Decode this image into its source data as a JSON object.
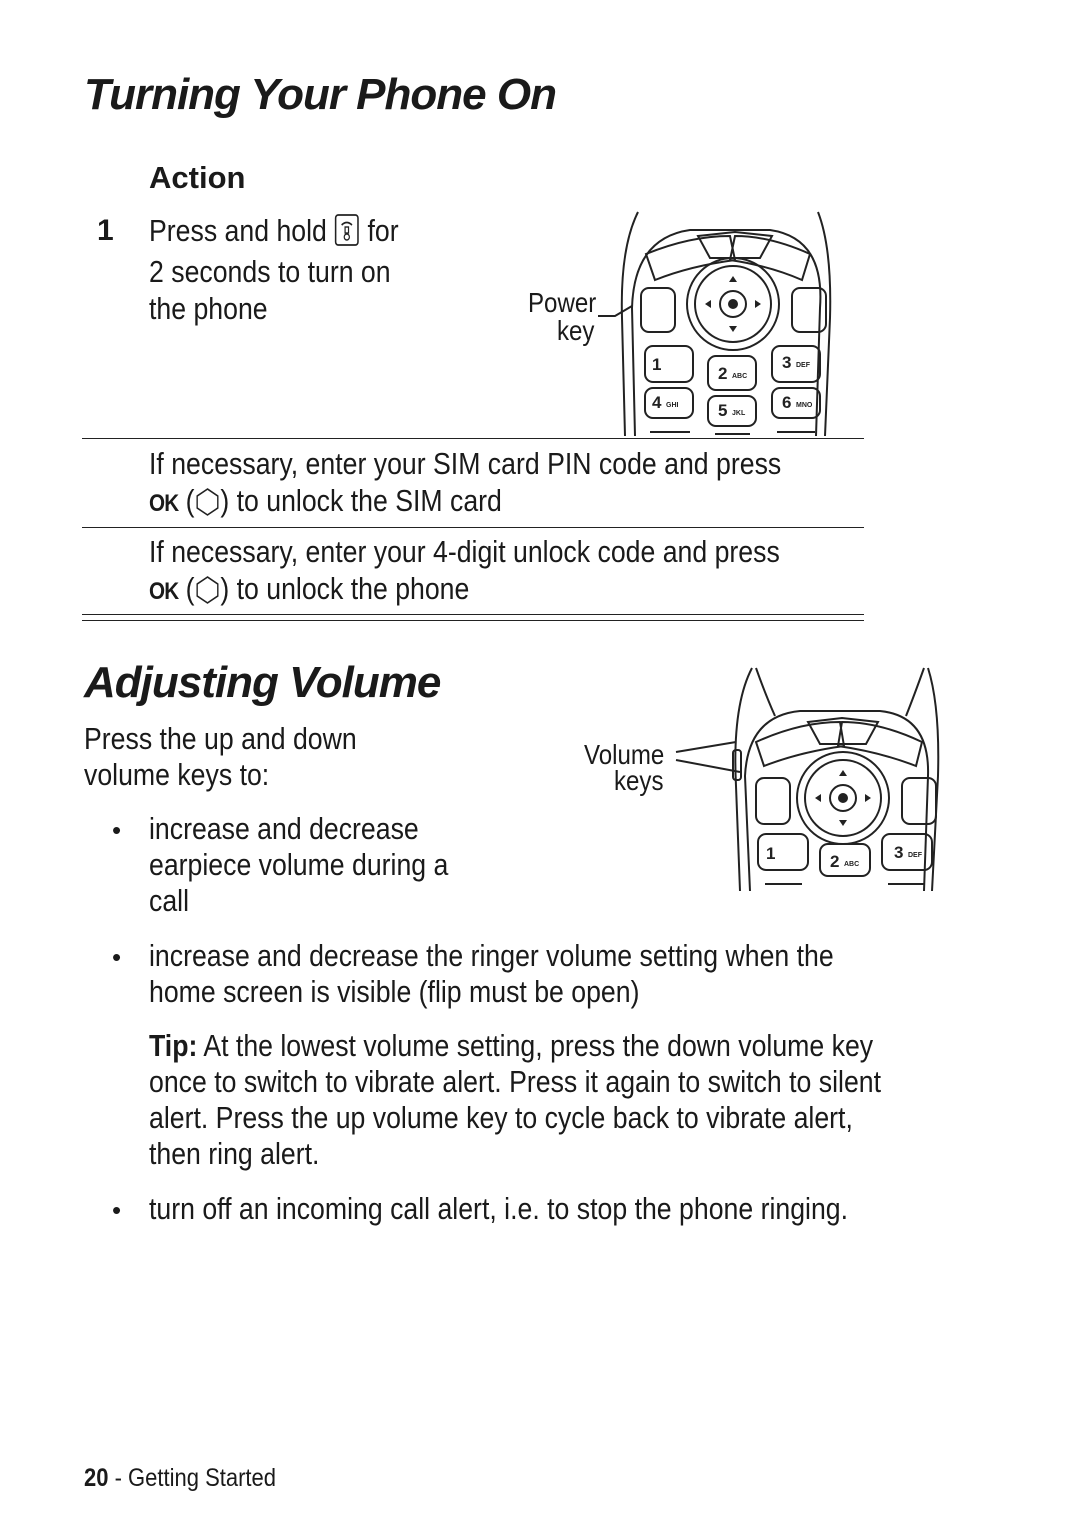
{
  "section1": {
    "title": "Turning Your Phone On",
    "action_header": "Action",
    "step1": {
      "number": "1",
      "line1_a": "Press and hold",
      "line1_b": "for",
      "line2": "2 seconds to turn on",
      "line3": "the phone"
    },
    "figure": {
      "label_line1": "Power",
      "label_line2": "key"
    },
    "sim_row": {
      "line1": "If necessary, enter your SIM card PIN code and press",
      "ok": "OK",
      "line2": "to unlock the SIM card"
    },
    "unlock_row": {
      "line1": "If necessary, enter your 4-digit unlock code and press",
      "ok": "OK",
      "line2": "to unlock the phone"
    }
  },
  "section2": {
    "title": "Adjusting Volume",
    "intro_line1": "Press the up and down",
    "intro_line2": "volume keys to:",
    "figure": {
      "label_line1": "Volume",
      "label_line2": "keys"
    },
    "bullet1": [
      "increase and decrease",
      "earpiece volume during a",
      "call"
    ],
    "bullet2": [
      "increase and decrease the ringer volume setting when the",
      "home screen is visible (flip must be open)"
    ],
    "tip": {
      "label": "Tip:",
      "line1": "At the lowest volume setting, press the down volume key",
      "line2": "once to switch to vibrate alert. Press it again to switch to silent",
      "line3": "alert. Press the up volume key to cycle back to vibrate alert,",
      "line4": "then ring alert."
    },
    "bullet3": "turn off an incoming call alert, i.e. to stop the phone ringing."
  },
  "keypad_labels": [
    "1",
    "2",
    "3",
    "4",
    "5",
    "6"
  ],
  "keypad_sublabels": [
    "ABC",
    "DEF",
    "GHI",
    "JKL",
    "MNO"
  ],
  "footer": {
    "page": "20",
    "separator": "-",
    "section": "Getting Started"
  }
}
